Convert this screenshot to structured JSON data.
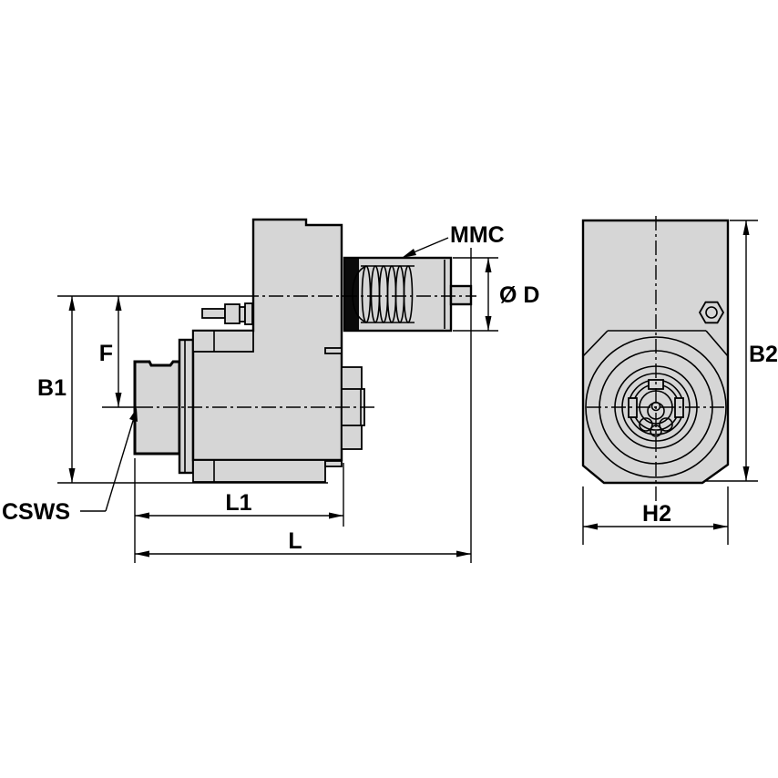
{
  "drawing": {
    "type": "engineering-dimension-drawing",
    "colors": {
      "background": "#ffffff",
      "body_fill": "#d6d6d6",
      "line": "#000000"
    },
    "side_view": {
      "labels": {
        "mmc": "MMC",
        "diameter": "Ø D",
        "height_b1": "B1",
        "axis_offset_f": "F",
        "coupling_csws": "CSWS",
        "length_l1": "L1",
        "length_l": "L"
      }
    },
    "front_view": {
      "labels": {
        "height_b2": "B2",
        "width_h2": "H2"
      }
    }
  }
}
